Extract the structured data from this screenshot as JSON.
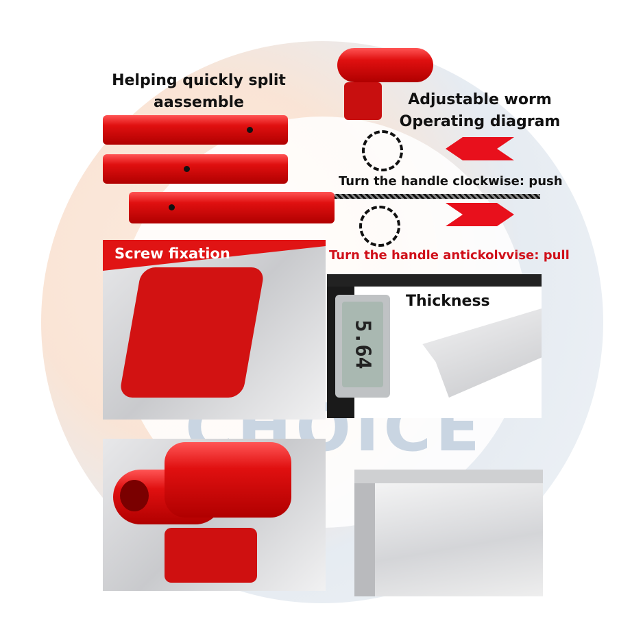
{
  "watermark": {
    "text": "CHOICE"
  },
  "split": {
    "title_line1": "Helping quickly split",
    "title_line2": "aassemble"
  },
  "worm": {
    "title_line1": "Adjustable worm",
    "title_line2": "Operating diagram"
  },
  "instructions": {
    "push": "Turn the handle clockwise: push",
    "pull": "Turn the handle antickolvvise: pull"
  },
  "panels": {
    "screw": "Screw fixation",
    "thickness": "Thickness"
  },
  "caliper": {
    "reading": "5.64"
  },
  "colors": {
    "accent": "#e01414",
    "pull_text": "#d0101a"
  }
}
